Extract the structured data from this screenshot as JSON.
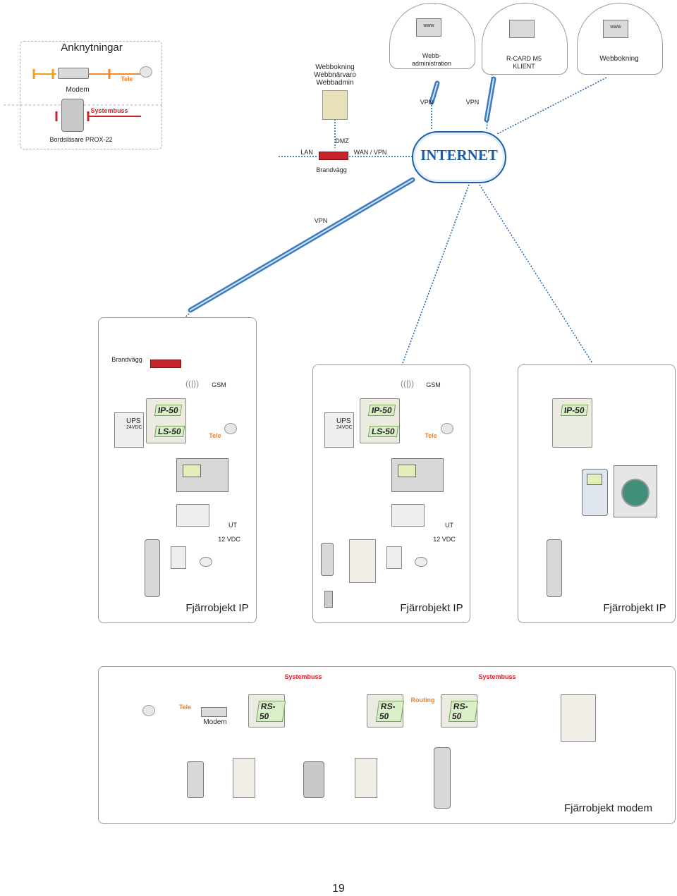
{
  "legend": {
    "title": "Anknytningar",
    "modem": "Modem",
    "tele": "Tele",
    "systembuss": "Systembuss",
    "reader": "Bordsläsare PROX-22"
  },
  "top": {
    "server_lines": [
      "Webbokning",
      "Webbnärvaro",
      "Webbadmin"
    ],
    "client1": [
      "Webb-",
      "administration"
    ],
    "client2": [
      "R-CARD M5",
      "KLIENT"
    ],
    "client3": "Webbokning",
    "www": "www",
    "vpn1": "VPN",
    "vpn2": "VPN",
    "dmz": "DMZ",
    "lan": "LAN",
    "wan": "WAN / VPN",
    "brandvagg": "Brandvägg",
    "internet": "INTERNET",
    "vpn3": "VPN"
  },
  "panels": [
    {
      "title": "Fjärrobjekt IP",
      "gsm": "GSM",
      "brandvagg": "Brandvägg",
      "ups": "UPS",
      "vdc24": "24VDC",
      "ip": "IP-50",
      "ls": "LS-50",
      "tele": "Tele",
      "ut": "UT",
      "vdc12": "12 VDC"
    },
    {
      "title": "Fjärrobjekt IP",
      "gsm": "GSM",
      "ups": "UPS",
      "vdc24": "24VDC",
      "ip": "IP-50",
      "ls": "LS-50",
      "tele": "Tele",
      "ut": "UT",
      "vdc12": "12 VDC"
    },
    {
      "title": "Fjärrobjekt IP",
      "ip": "IP-50"
    }
  ],
  "modem_panel": {
    "title": "Fjärrobjekt modem",
    "systembuss1": "Systembuss",
    "systembuss2": "Systembuss",
    "tele": "Tele",
    "modem": "Modem",
    "rs1": "RS-50",
    "rs2": "RS-50",
    "rs3": "RS-50",
    "routing": "Routing"
  },
  "page_number": "19",
  "colors": {
    "network_blue": "#1a5fa8",
    "green_bus": "#2aa84a",
    "red_bus": "#c8242c",
    "orange_tele": "#f08a30"
  }
}
